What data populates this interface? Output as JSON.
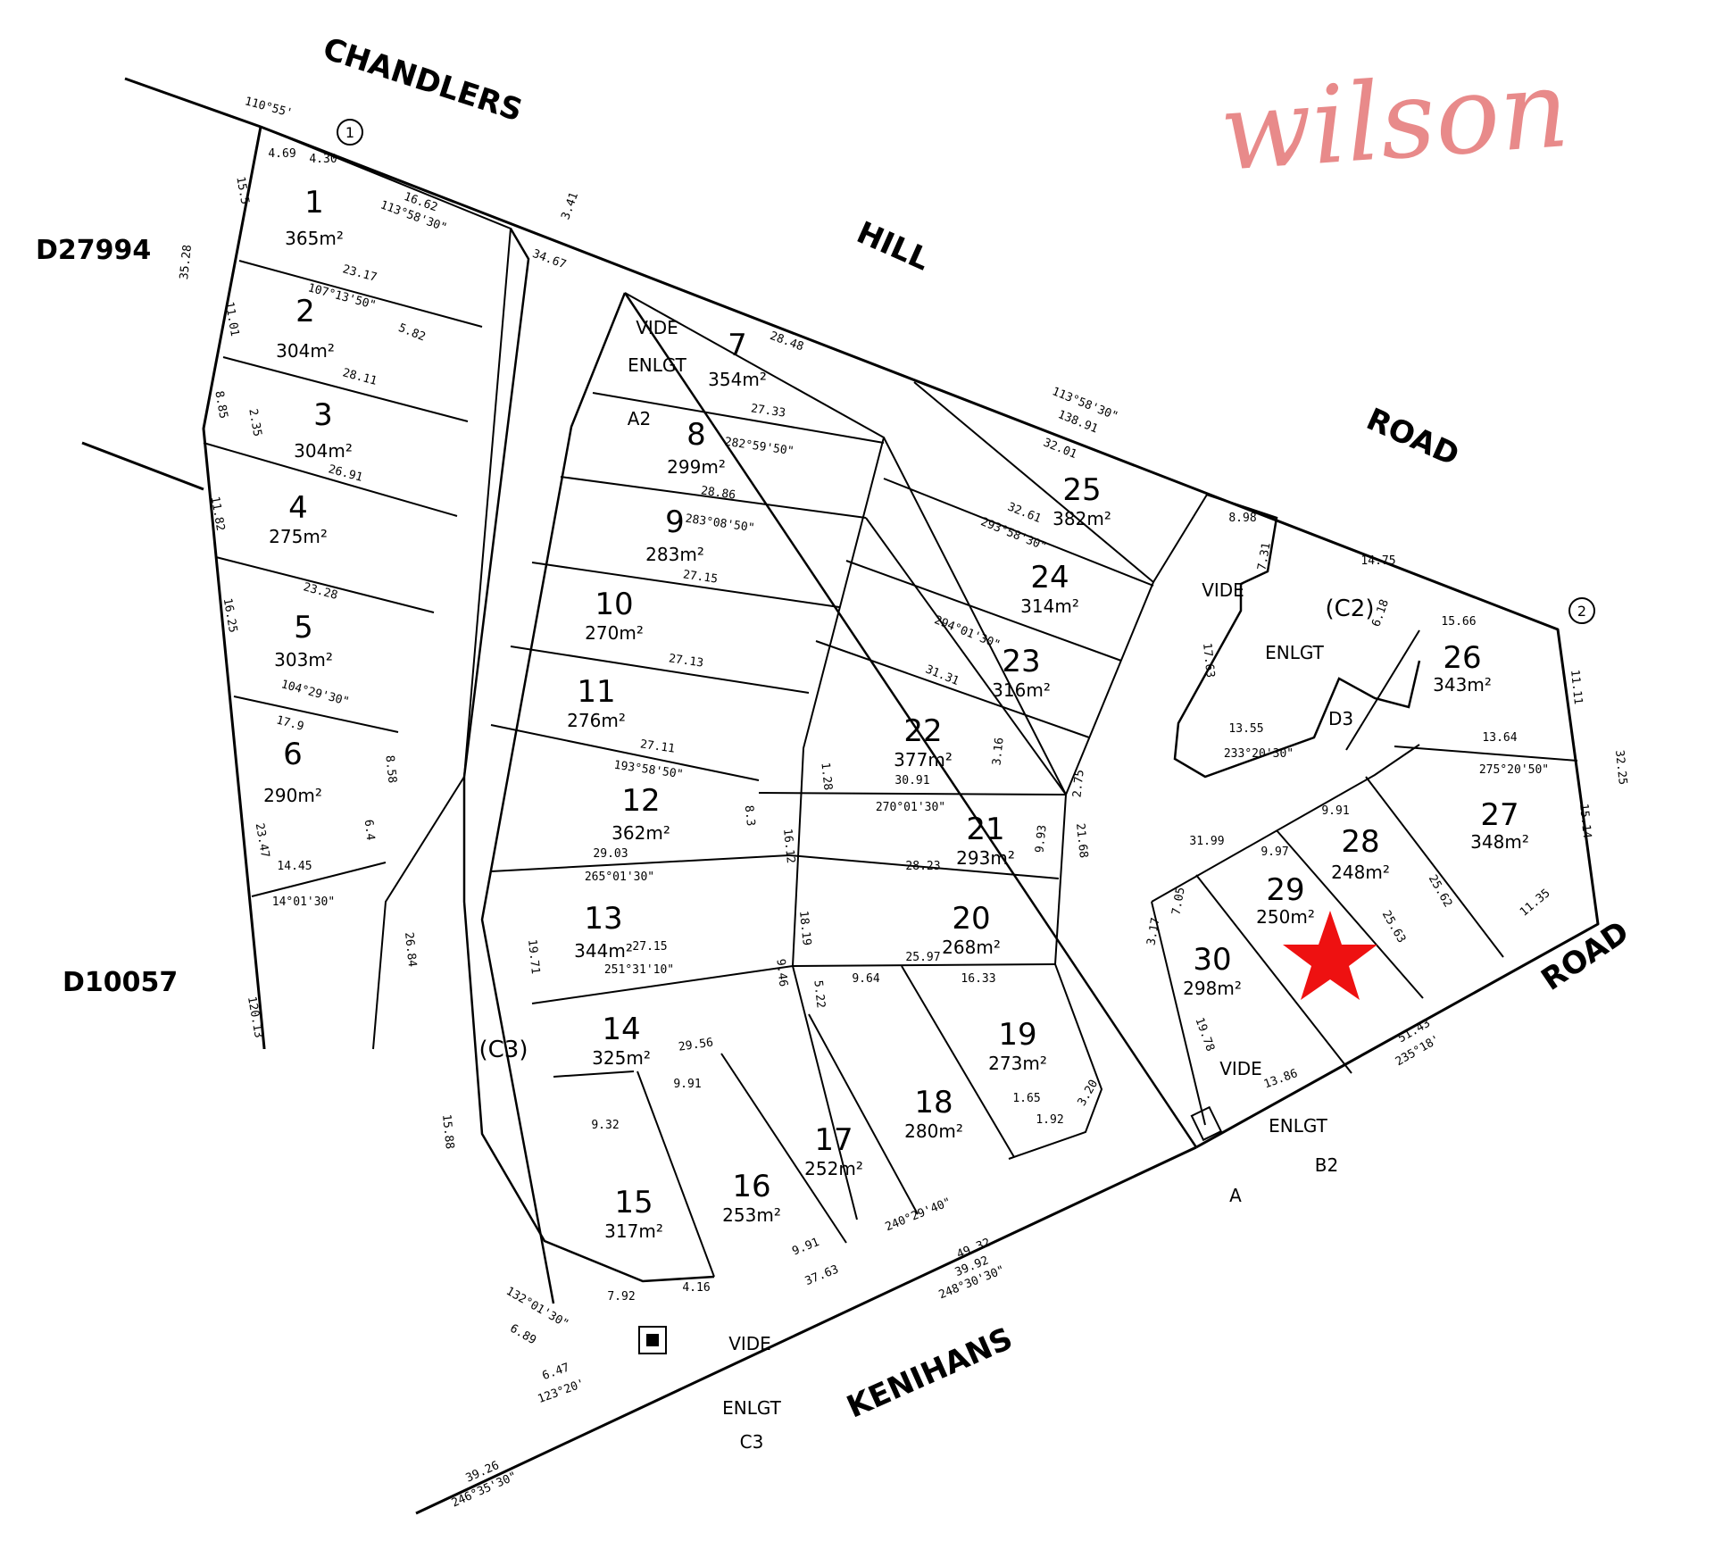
{
  "watermark": {
    "text": "wilson",
    "color": "#e88a8a"
  },
  "roads": {
    "north_1": "CHANDLERS",
    "north_2": "HILL",
    "north_3": "ROAD",
    "east": "ROAD",
    "south": "KENIHANS"
  },
  "adjoining": {
    "west_upper": "D27994",
    "west_lower": "D10057"
  },
  "lots": [
    {
      "num": "1",
      "area": "365m²"
    },
    {
      "num": "2",
      "area": "304m²"
    },
    {
      "num": "3",
      "area": "304m²"
    },
    {
      "num": "4",
      "area": "275m²"
    },
    {
      "num": "5",
      "area": "303m²"
    },
    {
      "num": "6",
      "area": "290m²"
    },
    {
      "num": "7",
      "area": "354m²"
    },
    {
      "num": "8",
      "area": "299m²"
    },
    {
      "num": "9",
      "area": "283m²"
    },
    {
      "num": "10",
      "area": "270m²"
    },
    {
      "num": "11",
      "area": "276m²"
    },
    {
      "num": "12",
      "area": "362m²"
    },
    {
      "num": "13",
      "area": "344m²"
    },
    {
      "num": "14",
      "area": "325m²"
    },
    {
      "num": "15",
      "area": "317m²"
    },
    {
      "num": "16",
      "area": "253m²"
    },
    {
      "num": "17",
      "area": "252m²"
    },
    {
      "num": "18",
      "area": "280m²"
    },
    {
      "num": "19",
      "area": "273m²"
    },
    {
      "num": "20",
      "area": "268m²"
    },
    {
      "num": "21",
      "area": "293m²"
    },
    {
      "num": "22",
      "area": "377m²"
    },
    {
      "num": "23",
      "area": "316m²"
    },
    {
      "num": "24",
      "area": "314m²"
    },
    {
      "num": "25",
      "area": "382m²"
    },
    {
      "num": "26",
      "area": "343m²"
    },
    {
      "num": "27",
      "area": "348m²"
    },
    {
      "num": "28",
      "area": "248m²"
    },
    {
      "num": "29",
      "area": "250m²"
    },
    {
      "num": "30",
      "area": "298m²"
    }
  ],
  "easements": {
    "c2": "(C2)",
    "c3": "(C3)",
    "d3": "D3",
    "a2": "A2",
    "b2": "B2",
    "c3_label": "C3",
    "vide": "VIDE",
    "enlgt": "ENLGT",
    "a": "A"
  },
  "markers": {
    "m1": "1",
    "m2": "2"
  },
  "dims": {
    "d1": "110°55'",
    "d2": "4.69",
    "d3": "4.30",
    "d4": "15.5",
    "d5": "16.62",
    "d6": "113°58'30\"",
    "d7": "35.28",
    "d8": "23.17",
    "d9": "107°13'50\"",
    "d10": "11.01",
    "d11": "5.82",
    "d12": "28.11",
    "d13": "8.85",
    "d14": "2.35",
    "d15": "26.91",
    "d16": "11.82",
    "d17": "23.28",
    "d18": "16.25",
    "d19": "104°29'30\"",
    "d20": "17.9",
    "d21": "23.47",
    "d22": "14.45",
    "d23": "14°01'30\"",
    "d24": "120.13",
    "d25": "34.67",
    "d26": "3.41",
    "d27": "28.48",
    "d28": "27.33",
    "d29": "282°59'50\"",
    "d30": "28.86",
    "d31": "283°08'50\"",
    "d32": "27.15",
    "d33": "27.13",
    "d34": "27.11",
    "d35": "193°58'50\"",
    "d36": "29.03",
    "d37": "265°01'30\"",
    "d38": "27.15",
    "d39": "251°31'10\"",
    "d40": "29.56",
    "d41": "9.91",
    "d42": "9.32",
    "d43": "7.92",
    "d44": "4.16",
    "d45": "37.63",
    "d46": "9.91",
    "d47": "240°29'40\"",
    "d48": "30.91",
    "d49": "270°01'30\"",
    "d50": "28.23",
    "d51": "25.97",
    "d52": "16.33",
    "d53": "9.64",
    "d54": "113°58'30\"",
    "d55": "138.91",
    "d56": "32.01",
    "d57": "32.61",
    "d58": "293°58'30\"",
    "d59": "294°01'30\"",
    "d60": "31.31",
    "d61": "8.98",
    "d62": "7.31",
    "d63": "14.75",
    "d64": "15.66",
    "d65": "13.64",
    "d66": "275°20'50\"",
    "d67": "11.35",
    "d68": "13.55",
    "d69": "233°20'30\"",
    "d70": "9.91",
    "d71": "9.97",
    "d72": "31.99",
    "d73": "51.43",
    "d74": "235°18'",
    "d75": "13.86",
    "d76": "49.32",
    "d77": "39.92",
    "d78": "248°30'30\"",
    "d79": "39.26",
    "d80": "246°35'30\"",
    "d81": "6.47",
    "d82": "123°20'",
    "d83": "6.89",
    "d84": "132°01'30\"",
    "d85": "15.88",
    "d86": "26.84",
    "d87": "8.58",
    "d88": "6.4",
    "d89": "1.92",
    "d90": "3.20",
    "d91": "1.65",
    "d92": "19.71",
    "d93": "2.75",
    "d94": "9.93",
    "d95": "21.68",
    "d96": "3.16",
    "d97": "1.28",
    "d98": "8.3",
    "d99": "16.12",
    "d100": "18.19",
    "d101": "5.22",
    "d102": "9.46",
    "d103": "25.62",
    "d104": "25.63",
    "d105": "19.78",
    "d106": "7.05",
    "d107": "3.17",
    "d108": "11.11",
    "d109": "32.25",
    "d110": "15.14",
    "d111": "6.18",
    "d112": "17.63"
  }
}
